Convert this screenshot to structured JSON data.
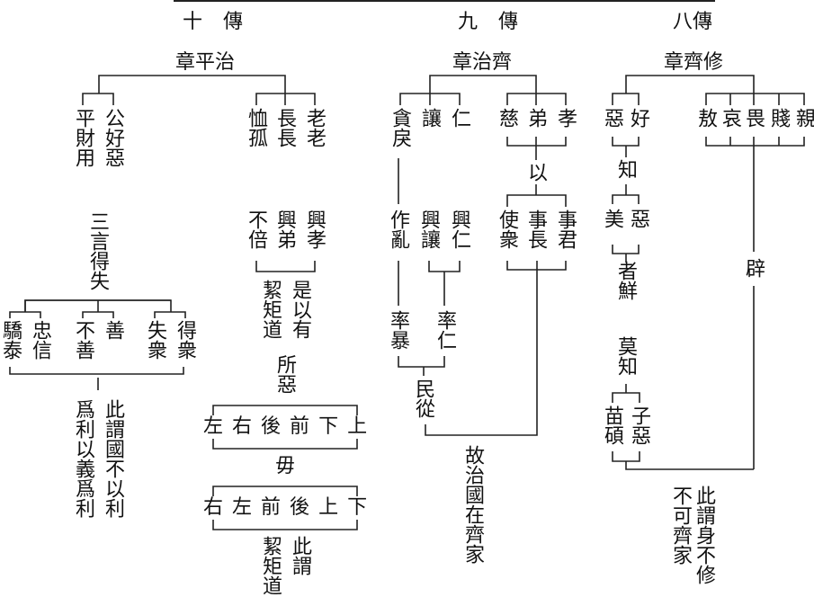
{
  "diagram": {
    "columns": [
      {
        "id": "ten",
        "header": "十 傳",
        "chapter": "章平治",
        "branch_left": {
          "items": [
            "平財用",
            "公好惡"
          ]
        },
        "branch_right": {
          "items": [
            "恤孤",
            "長長",
            "老老"
          ],
          "results": [
            "不倍",
            "興弟",
            "興孝"
          ],
          "conclusion": [
            "絜矩道",
            "是以有"
          ],
          "sub": "所惡",
          "row1": [
            "左",
            "右",
            "後",
            "前",
            "下",
            "上"
          ],
          "joiner": "毋",
          "row2": [
            "右",
            "左",
            "前",
            "後",
            "上",
            "下"
          ],
          "final": [
            "絜矩道",
            "此謂"
          ]
        },
        "three_words": {
          "title": "三言得失",
          "items": [
            "驕泰",
            "忠信",
            "不善",
            "善",
            "失衆",
            "得衆"
          ],
          "final": [
            "爲利以義爲利",
            "此謂國不以利"
          ]
        }
      },
      {
        "id": "nine",
        "header": "九 傳",
        "chapter": "章治齊",
        "branch_left": {
          "items": [
            "貪戾",
            "讓",
            "仁"
          ],
          "results": [
            "作亂",
            "興讓",
            "興仁"
          ],
          "leads": [
            "率暴",
            "率仁"
          ],
          "outcome": "民從"
        },
        "branch_right": {
          "items": [
            "慈",
            "弟",
            "孝"
          ],
          "link": "以",
          "results": [
            "使衆",
            "事長",
            "事君"
          ]
        },
        "final": "故治國在齊家"
      },
      {
        "id": "eight",
        "header": "八傳",
        "chapter": "章齊修",
        "branch_left": {
          "items": [
            "惡",
            "好"
          ],
          "link": "知",
          "results": [
            "美",
            "惡"
          ],
          "note": "者鮮",
          "none_know": "莫知",
          "examples": [
            "苗碩",
            "子惡"
          ]
        },
        "branch_right": {
          "items": [
            "敖",
            "哀",
            "畏",
            "賤",
            "親"
          ],
          "link": "辟"
        },
        "final": [
          "不可齊家",
          "此謂身不修"
        ]
      }
    ]
  }
}
